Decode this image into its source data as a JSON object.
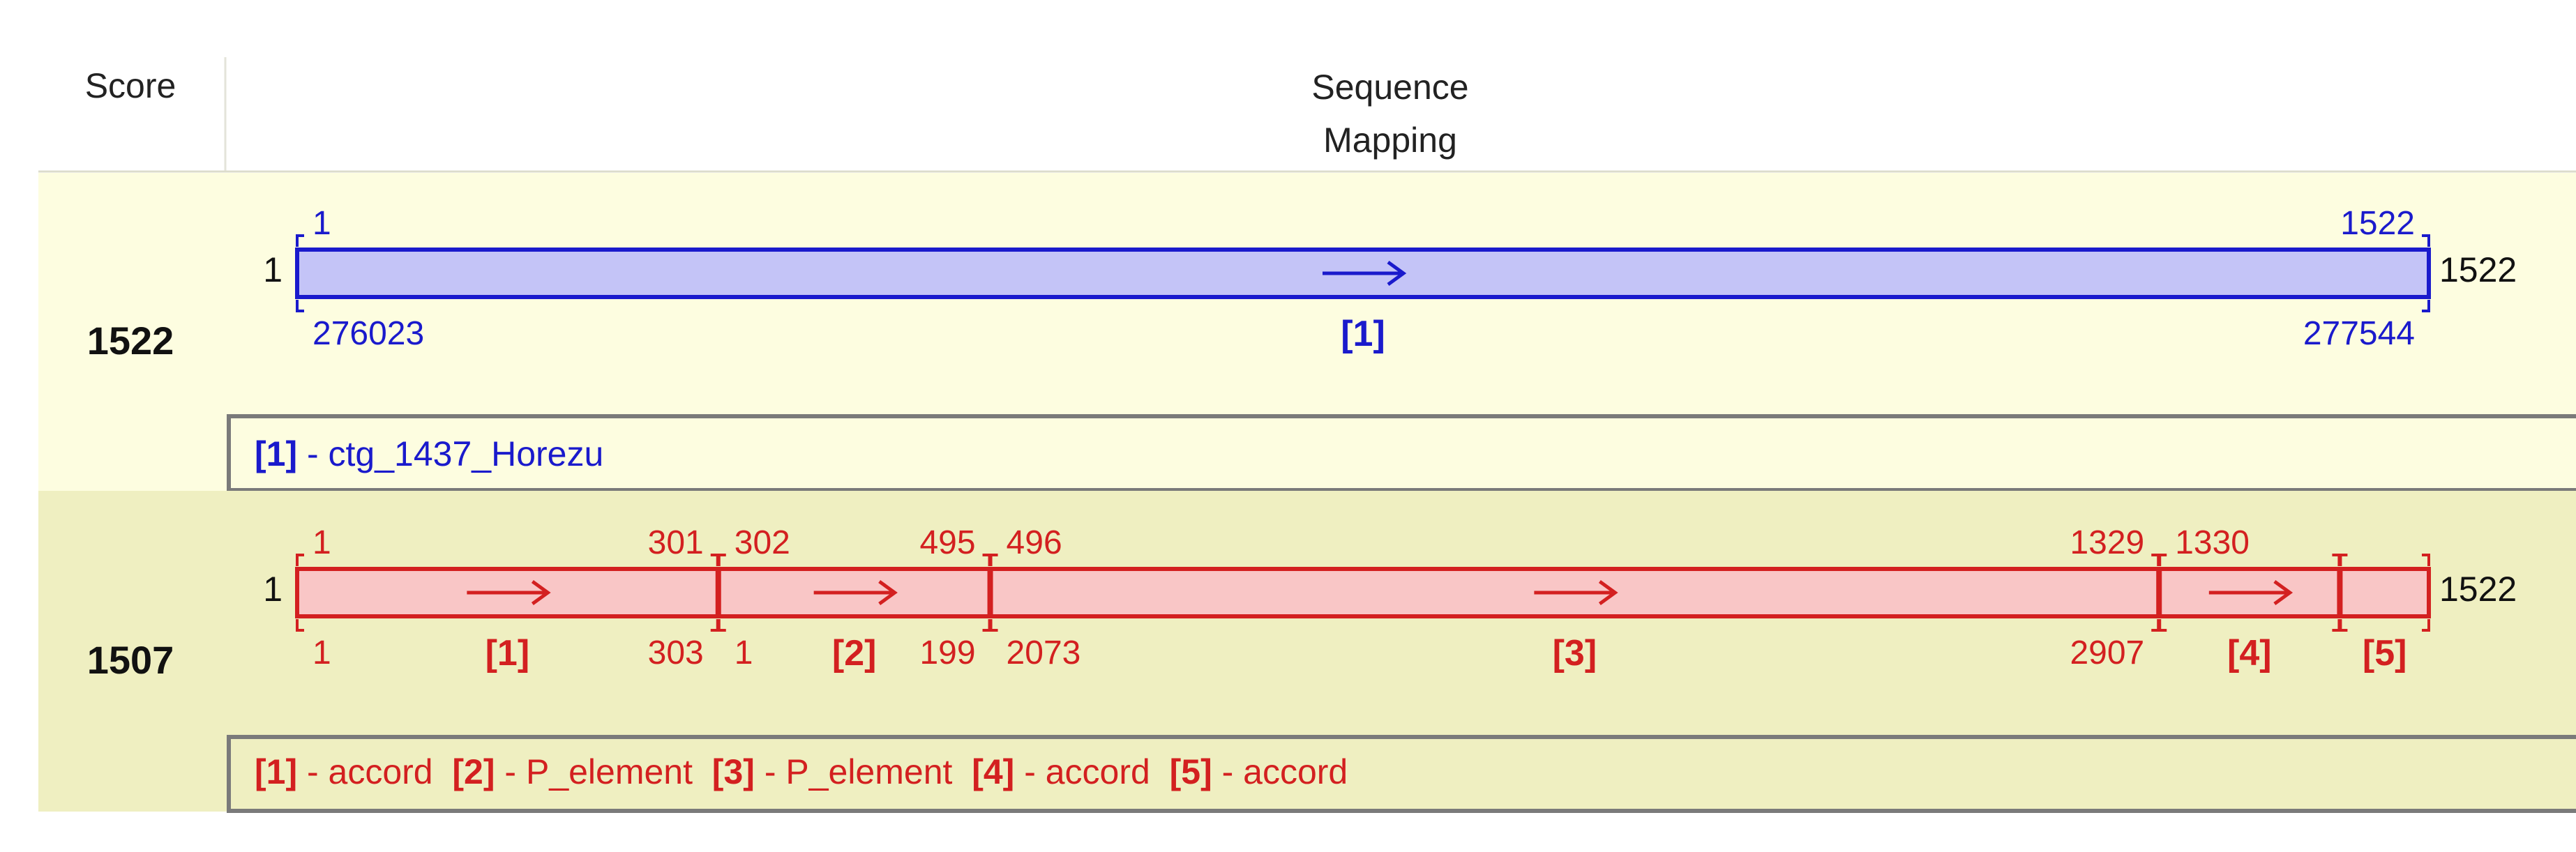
{
  "header": {
    "score_label": "Score",
    "sequence_label": "Sequence",
    "mapping_label": "Mapping"
  },
  "query_length": 1522,
  "rows": [
    {
      "score": "1522",
      "theme": "blue",
      "query_start": "1",
      "query_end": "1522",
      "segments": [
        {
          "id": "[1]",
          "q_start": 1,
          "q_end": 1522,
          "top_left": "1",
          "top_right": "1522",
          "bottom_left": "276023",
          "bottom_right": "277544",
          "arrow": true
        }
      ],
      "legend": [
        {
          "id": "[1]",
          "name": "ctg_1437_Horezu"
        }
      ]
    },
    {
      "score": "1507",
      "theme": "red",
      "query_start": "1",
      "query_end": "1522",
      "segments": [
        {
          "id": "[1]",
          "q_start": 1,
          "q_end": 301,
          "top_left": "1",
          "top_right": "301",
          "bottom_left": "1",
          "bottom_right": "303",
          "arrow": true
        },
        {
          "id": "[2]",
          "q_start": 302,
          "q_end": 495,
          "top_left": "302",
          "top_right": "495",
          "bottom_left": "1",
          "bottom_right": "199",
          "arrow": true
        },
        {
          "id": "[3]",
          "q_start": 496,
          "q_end": 1329,
          "top_left": "496",
          "top_right": "1329",
          "bottom_left": "2073",
          "bottom_right": "2907",
          "arrow": true
        },
        {
          "id": "[4]",
          "q_start": 1330,
          "q_end": 1458,
          "top_left": "1330",
          "top_right": "",
          "bottom_left": "",
          "bottom_right": "",
          "arrow": true
        },
        {
          "id": "[5]",
          "q_start": 1459,
          "q_end": 1522,
          "top_left": "",
          "top_right": "",
          "bottom_left": "",
          "bottom_right": "",
          "arrow": false
        }
      ],
      "legend": [
        {
          "id": "[1]",
          "name": "accord"
        },
        {
          "id": "[2]",
          "name": "P_element"
        },
        {
          "id": "[3]",
          "name": "P_element"
        },
        {
          "id": "[4]",
          "name": "accord"
        },
        {
          "id": "[5]",
          "name": "accord"
        }
      ]
    }
  ],
  "colors": {
    "row_bg_blue": "#fdfde0",
    "row_bg_red": "#efefc1",
    "blue_stroke": "#1a1acc",
    "blue_fill": "#c4c4f7",
    "red_stroke": "#d32020",
    "red_fill": "#f9c6c6",
    "header_line": "#dcdccc",
    "legend_border": "#7a7a7a",
    "text_dark": "#111111"
  },
  "icons": {
    "segment_arrow": "right-arrow-icon"
  }
}
